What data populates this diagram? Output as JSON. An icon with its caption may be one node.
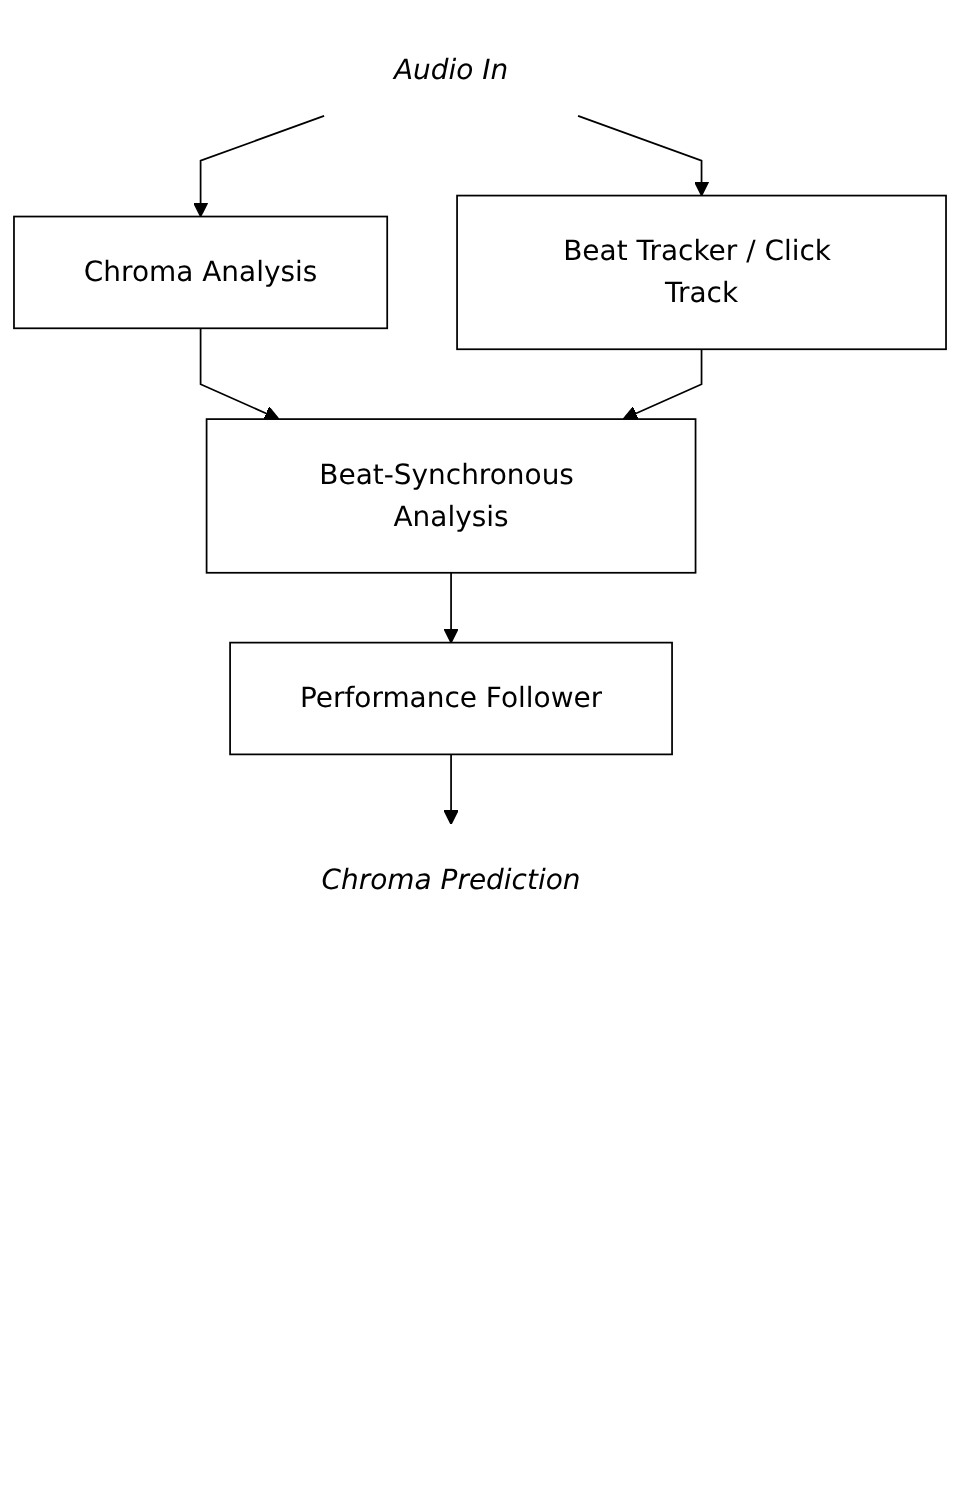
{
  "diagram": {
    "nodes": [
      {
        "text": [
          "Audio In"
        ]
      },
      {
        "text": [
          "Chroma Analysis"
        ]
      },
      {
        "text": [
          "Beat Tracker / Click Track"
        ]
      },
      {
        "text": [
          "Beat-Synchronous Analysis"
        ]
      },
      {
        "text": [
          "Performance Follower"
        ]
      },
      {
        "text": [
          "Chroma Prediction"
        ]
      }
    ],
    "edges": [
      {
        "from": 0,
        "to": 1,
        "arrow": "to"
      },
      {
        "from": 0,
        "to": 2,
        "arrow": "to"
      },
      {
        "from": 1,
        "to": 3,
        "arrow": "to"
      },
      {
        "from": 2,
        "to": 3,
        "arrow": "to"
      },
      {
        "from": 3,
        "to": 4,
        "arrow": "to"
      },
      {
        "from": 4,
        "to": 5,
        "arrow": "to"
      }
    ]
  }
}
